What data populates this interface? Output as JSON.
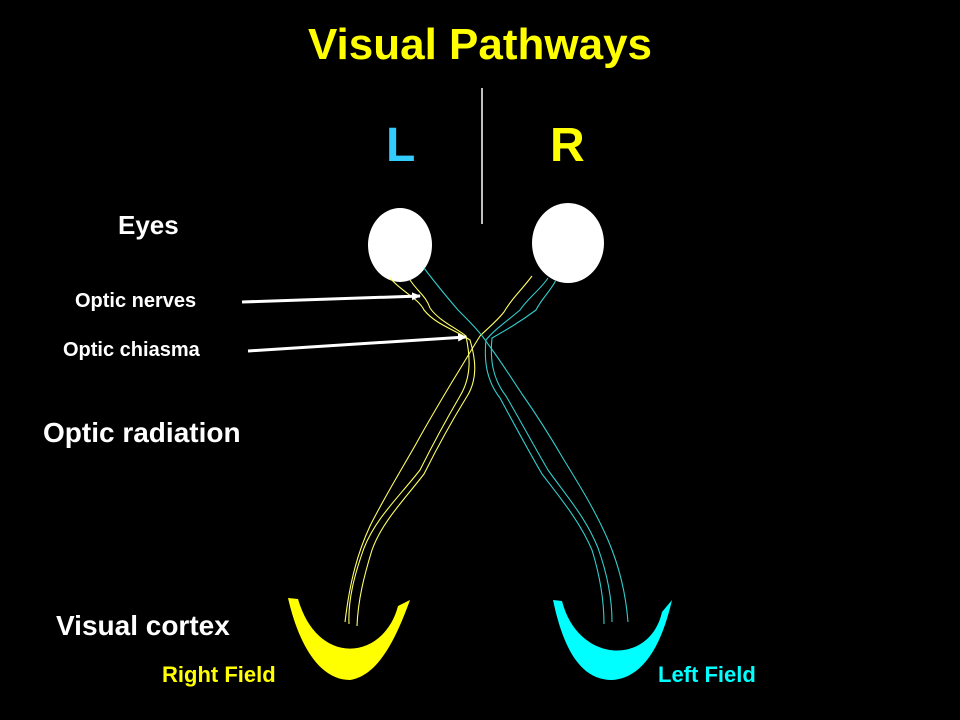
{
  "colors": {
    "background": "#000000",
    "title": "#ffff00",
    "side_label": "#33ccff",
    "label": "#ffffff",
    "left_pathway": "#ffff66",
    "right_pathway": "#33cccc",
    "right_field": "#ffff00",
    "left_field": "#00ffff",
    "eye": "#ffffff"
  },
  "diagram": {
    "title": "Visual Pathways",
    "side_left": "L",
    "side_right": "R",
    "labels": {
      "eyes": "Eyes",
      "optic_nerves": "Optic nerves",
      "optic_chiasma": "Optic chiasma",
      "optic_radiation": "Optic radiation",
      "visual_cortex": "Visual cortex",
      "right_field": "Right Field",
      "left_field": "Left Field"
    }
  }
}
